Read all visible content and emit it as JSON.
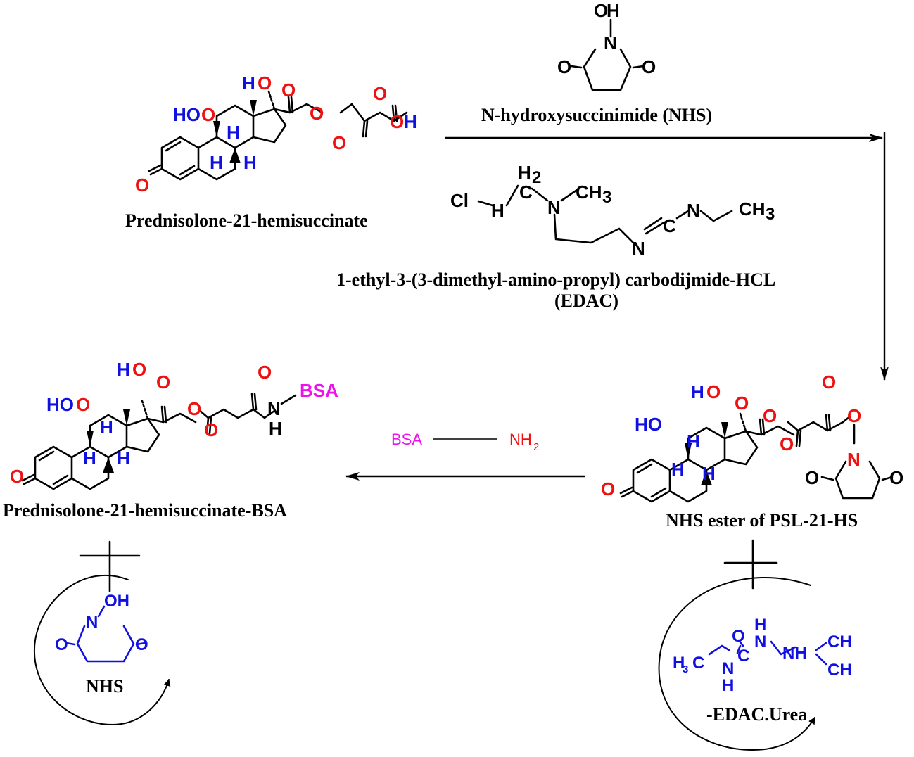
{
  "compounds": {
    "prednisolone_hs": {
      "label": "Prednisolone-21-hemisuccinate"
    },
    "nhs": {
      "label": "N-hydroxysuccinimide (NHS)"
    },
    "edac": {
      "label_line1": "1-ethyl-3-(3-dimethyl-amino-propyl) carbodijmide-HCL",
      "label_line2": "(EDAC)"
    },
    "nhs_ester": {
      "label": "NHS ester of PSL-21-HS"
    },
    "psl_bsa": {
      "label": "Prednisolone-21-hemisuccinate-BSA"
    },
    "byproduct_nhs": {
      "label": "NHS"
    },
    "byproduct_urea": {
      "label": "-EDAC.Urea"
    }
  },
  "reagent_bsa": {
    "bsa": "BSA",
    "nh": "NH",
    "sub2": "2"
  },
  "atoms": {
    "O": "O",
    "OH": "OH",
    "HO": "HO",
    "H": "H",
    "N": "N",
    "C": "C",
    "BSA": "BSA",
    "Cl": "Cl",
    "H2": "H",
    "sub2": "2",
    "CH3": "CH",
    "sub3": "3",
    "H3C": "H",
    "NH": "NH"
  },
  "colors": {
    "oxygen": "#ee1111",
    "hydrogen_stereo": "#1010e0",
    "bsa": "#ee11ee",
    "byproduct": "#1010e0"
  }
}
